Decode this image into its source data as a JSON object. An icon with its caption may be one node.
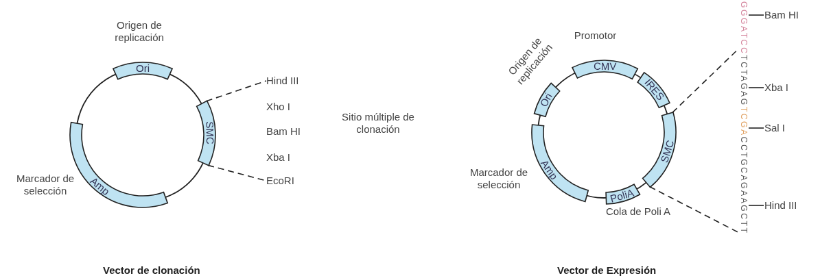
{
  "diagram": {
    "nodes": [
      {
        "text": [
          "Ori"
        ],
        "beside": [
          "Origen de replicación"
        ]
      },
      {
        "text": [
          "SMC"
        ]
      },
      {
        "text": [
          "Amp"
        ],
        "beside": [
          "Marcador de selección"
        ]
      },
      {
        "text": [
          "Hind III"
        ]
      },
      {
        "text": [
          "EcoRI"
        ]
      },
      {
        "text": [
          "Ori"
        ],
        "beside": [
          "Origen de replicación"
        ]
      },
      {
        "text": [
          "CMV"
        ],
        "beside": [
          "Promotor"
        ]
      },
      {
        "text": [
          "IRES"
        ]
      },
      {
        "text": [
          "SMC"
        ]
      },
      {
        "text": [
          "Amp"
        ],
        "beside": [
          "Marcador de selección"
        ]
      },
      {
        "text": [
          "PoliA"
        ],
        "beside": [
          "Cola de Poli A"
        ]
      },
      {
        "text": [
          "GGGATCC",
          "TCTAGAG",
          "TCGA",
          "CCTGCAGAAGCTT"
        ]
      },
      {
        "text": [
          "Bam HI"
        ]
      },
      {
        "text": [
          "Xba I"
        ]
      },
      {
        "text": [
          "Sal I"
        ]
      },
      {
        "text": [
          "Hind III"
        ]
      }
    ],
    "edges": [
      {
        "from": 1,
        "to": 3,
        "arrow": "none",
        "style": "dashed"
      },
      {
        "from": 1,
        "to": 4,
        "arrow": "none",
        "style": "dashed"
      },
      {
        "from": 8,
        "to": 11,
        "arrow": "none",
        "style": "dashed"
      },
      {
        "from": 8,
        "to": 11,
        "arrow": "none",
        "style": "dashed"
      },
      {
        "from": 11,
        "to": 12,
        "arrow": "none"
      },
      {
        "from": 11,
        "to": 13,
        "arrow": "none"
      },
      {
        "from": 11,
        "to": 14,
        "arrow": "none"
      },
      {
        "from": 11,
        "to": 15,
        "arrow": "none"
      }
    ],
    "labels": [
      "Xho I",
      "Bam HI",
      "Xba I",
      "Sitio múltiple de clonación",
      "Vector de clonación",
      "Vector de Expresión"
    ]
  }
}
